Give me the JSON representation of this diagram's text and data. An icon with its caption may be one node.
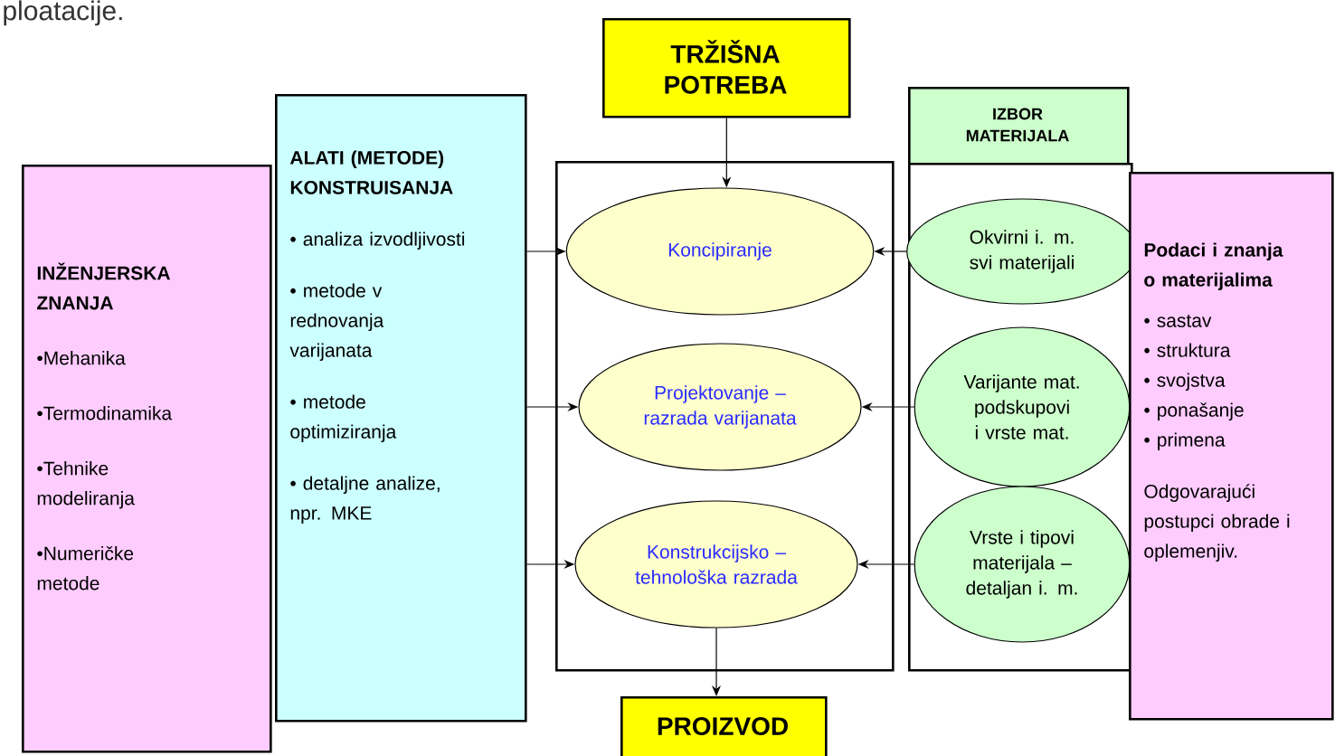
{
  "diagram": {
    "nodes": [
      {
        "text": [
          "INŽENJERSKA ZNANJA",
          "•Mehanika",
          "•Termodinamika",
          "•Tehnike modeliranja",
          "•Numeričke metode"
        ]
      },
      {
        "text": [
          "ALATI (METODE) KONSTRUISANJA",
          "• analiza izvodljivosti",
          "• metode v rednovanja varijanata",
          "• metode optimiziranja",
          "• detaljne analize, npr. MKE"
        ]
      },
      {
        "text": [
          "TRŽIŠNA POTREBA"
        ]
      },
      {
        "text": [],
        "shape": "box"
      },
      {
        "text": [
          "Koncipiranje"
        ],
        "in": 3
      },
      {
        "text": [
          "Projektovanje – razrada varijanata"
        ],
        "in": 3
      },
      {
        "text": [
          "Konstrukcijsko – tehnološka razrada"
        ],
        "in": 3
      },
      {
        "text": [
          "PROIZVOD"
        ]
      },
      {
        "text": [
          "IZBOR MATERIJALA"
        ]
      },
      {
        "text": [],
        "shape": "box"
      },
      {
        "text": [
          "Okvirni i. m. svi materijali"
        ],
        "in": 9
      },
      {
        "text": [
          "Varijante mat. podskupovi i vrste mat."
        ],
        "in": 9
      },
      {
        "text": [
          "Vrste i tipovi materijala – detaljan i. m."
        ],
        "in": 9
      },
      {
        "text": [
          "Podaci i znanja o materijalima",
          "• sastav",
          "• struktura",
          "• svojstva",
          "• ponašanje",
          "• primena",
          "Odgovarajući postupci obrade i oplemenjiv."
        ]
      }
    ],
    "edges": [
      {
        "from": 2,
        "to": 4,
        "arrow": "to"
      },
      {
        "from": 1,
        "to": 4,
        "arrow": "to"
      },
      {
        "from": 1,
        "to": 5,
        "arrow": "to"
      },
      {
        "from": 1,
        "to": 6,
        "arrow": "to"
      },
      {
        "from": 10,
        "to": 4,
        "arrow": "to"
      },
      {
        "from": 11,
        "to": 5,
        "arrow": "to"
      },
      {
        "from": 12,
        "to": 6,
        "arrow": "to"
      },
      {
        "from": 6,
        "to": 7,
        "arrow": "to"
      }
    ],
    "labels": [
      "ploatacije."
    ]
  }
}
